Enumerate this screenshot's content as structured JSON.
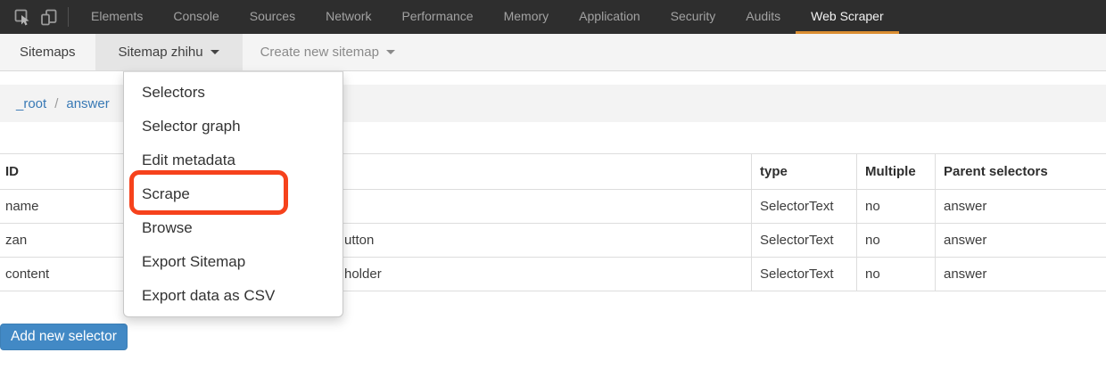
{
  "topbar": {
    "tabs": [
      {
        "label": "Elements"
      },
      {
        "label": "Console"
      },
      {
        "label": "Sources"
      },
      {
        "label": "Network"
      },
      {
        "label": "Performance"
      },
      {
        "label": "Memory"
      },
      {
        "label": "Application"
      },
      {
        "label": "Security"
      },
      {
        "label": "Audits"
      },
      {
        "label": "Web Scraper",
        "active": true
      }
    ],
    "icons": [
      {
        "name": "inspect-element-icon"
      },
      {
        "name": "device-toolbar-icon"
      }
    ]
  },
  "toolbar": {
    "tabs": [
      {
        "label": "Sitemaps"
      },
      {
        "label": "Sitemap zhihu",
        "has_caret": true,
        "active": true
      },
      {
        "label": "Create new sitemap",
        "has_caret": true
      }
    ]
  },
  "breadcrumb": {
    "items": [
      "_root",
      "answer"
    ],
    "separator": "/"
  },
  "dropdown_menu": {
    "items": [
      "Selectors",
      "Selector graph",
      "Edit metadata",
      "Scrape",
      "Browse",
      "Export Sitemap",
      "Export data as CSV"
    ],
    "highlighted_item": "Scrape"
  },
  "table": {
    "headers": {
      "id": "ID",
      "selector": "",
      "type": "type",
      "multiple": "Multiple",
      "parent": "Parent selectors"
    },
    "rows": [
      {
        "id": "name",
        "selector_visible": "",
        "type": "SelectorText",
        "multiple": "no",
        "parent": "answer"
      },
      {
        "id": "zan",
        "selector_visible": "utton",
        "type": "SelectorText",
        "multiple": "no",
        "parent": "answer"
      },
      {
        "id": "content",
        "selector_visible": "holder",
        "type": "SelectorText",
        "multiple": "no",
        "parent": "answer"
      }
    ]
  },
  "footer": {
    "add_button_label": "Add new selector"
  },
  "colors": {
    "topbar_bg": "#2E2E2E",
    "active_tab_underline": "#DB8E32",
    "annotation_box": "#F6421C",
    "link_blue": "#3879B5",
    "button_blue": "#4289C5"
  }
}
